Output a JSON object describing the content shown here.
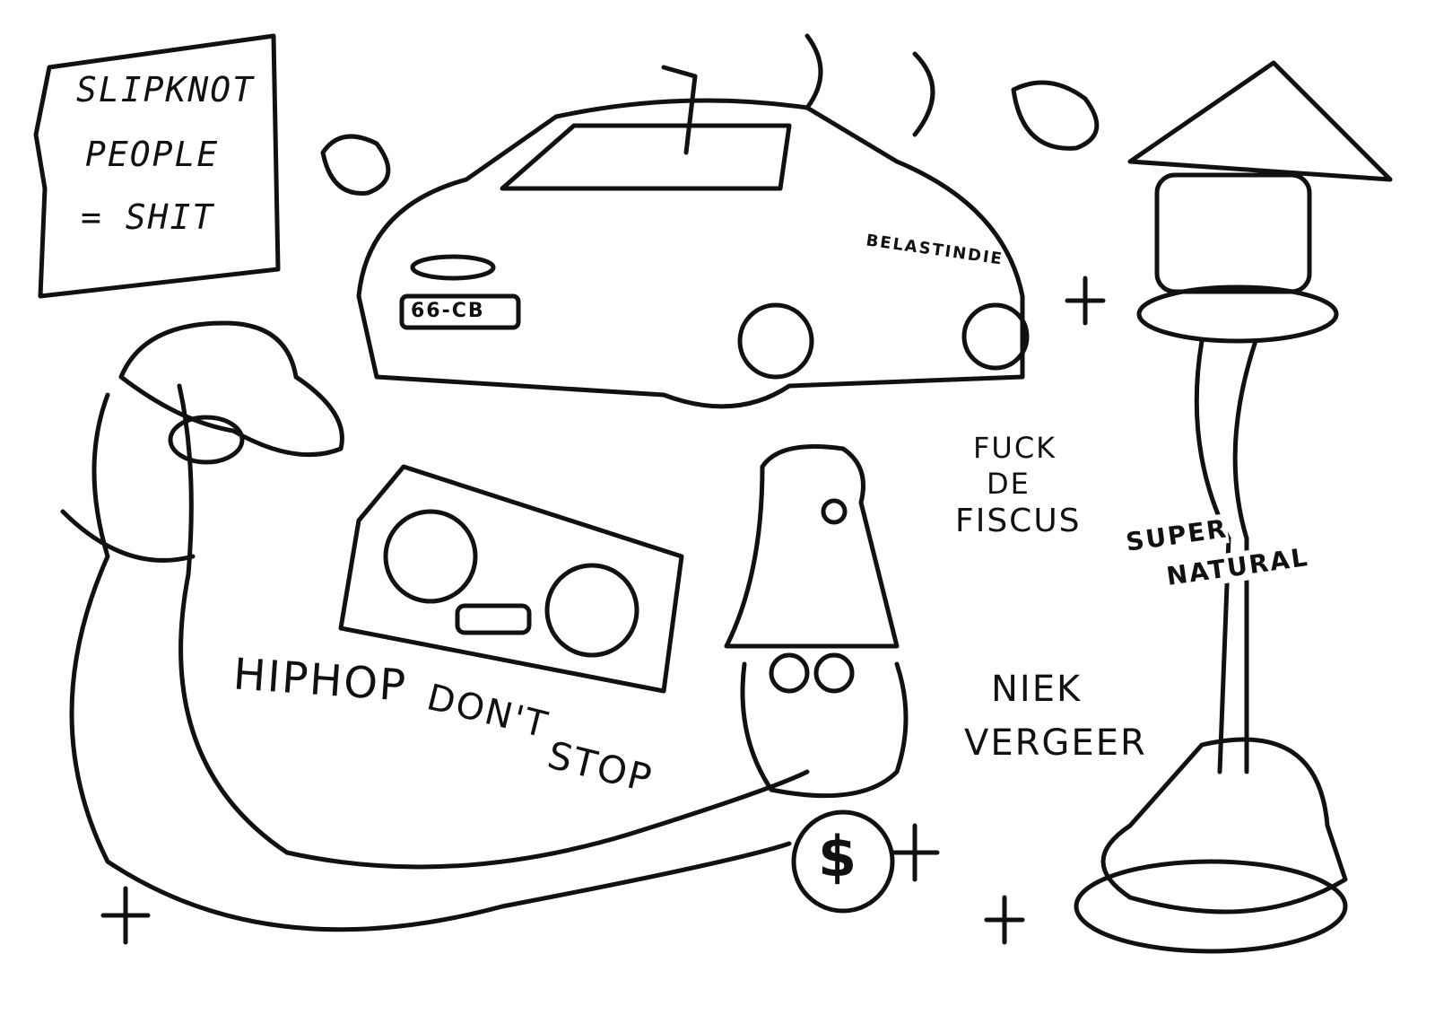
{
  "sign": {
    "line1": "SLIPKNOT",
    "line2": "PEOPLE",
    "line3": "= SHIT"
  },
  "car": {
    "plate": "66-CB",
    "side_text": "BELASTINDIE"
  },
  "slogan_fiscus": {
    "line1": "FUCK",
    "line2": "DE",
    "line3": "FISCUS"
  },
  "supernatural": {
    "line1": "SUPER",
    "line2": "NATURAL"
  },
  "artist": {
    "line1": "NIEK",
    "line2": "VERGEER"
  },
  "worm_text": {
    "word1": "HIPHOP",
    "word2": "DON'T",
    "word3": "STOP"
  },
  "pendant": {
    "symbol": "$"
  },
  "colors": {
    "ink": "#111111",
    "paper": "#ffffff"
  }
}
